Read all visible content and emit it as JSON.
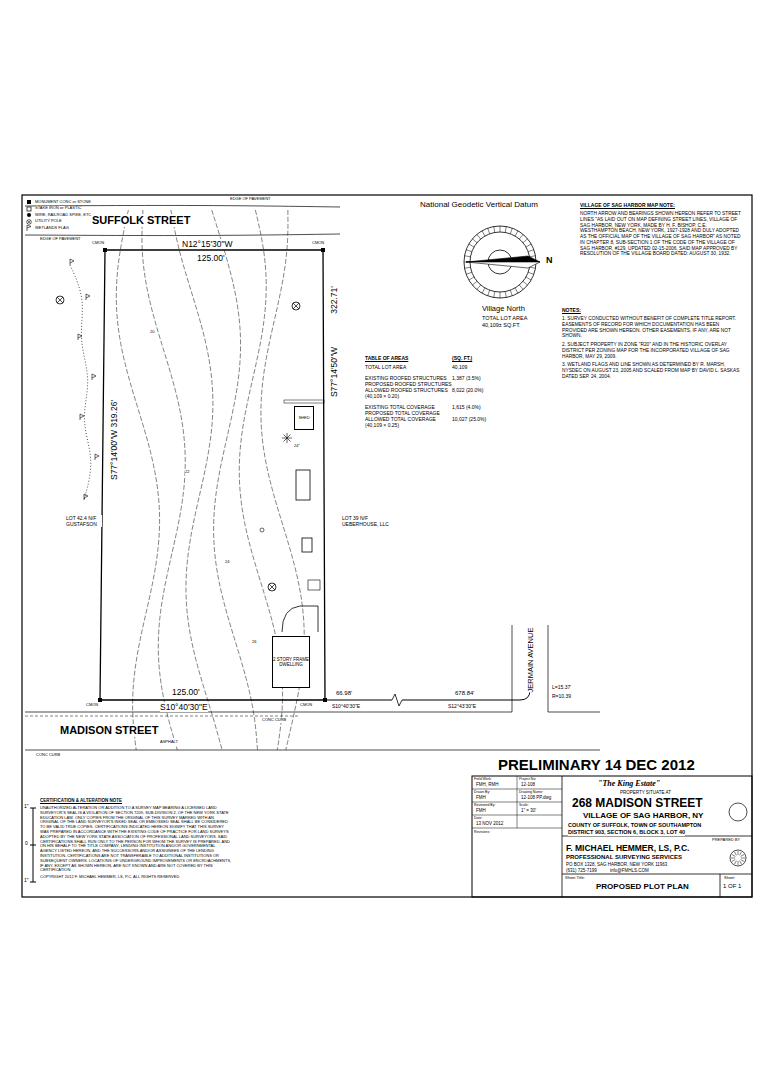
{
  "diagram": {
    "nodes": [
      {
        "text": [
          "2 STORY FRAME DWELLING"
        ]
      },
      {
        "text": [
          "SHED"
        ]
      }
    ],
    "labels": [
      "SUFFOLK STREET",
      "EDGE OF PAVEMENT",
      "EDGE OF PAVEMENT",
      "N12°15'30\"W",
      "125.00'",
      "S77°14'00\"W 319.26'",
      "S77°14'50\"W",
      "322.71'",
      "125.00'",
      "S10°40'30\"E",
      "MADISON STREET",
      "ASPHALT",
      "66.98'",
      "S10°40'30\"E",
      "678.84'",
      "S12°43'30\"E",
      "L=15.37'",
      "R=10.39",
      "JERMAIN AVENUE",
      "LOT 42.4 N/F GUSTAFSON",
      "LOT 39 N/F UEBERHOUSE, LLC",
      "CONC CURB",
      "CONC CURB",
      "National Geodetic Vertical Datum",
      "Village North",
      "TOTAL LOT AREA 40,109± SQ.FT.",
      "VILLAGE OF SAG HARBOR MAP NOTE:",
      "NORTH ARROW AND BEARINGS SHOWN HEREON REFER TO STREET LINES \"AS LAID OUT ON MAP DEFINING STREET LINES, VILLAGE OF SAG HARBOR, NEW YORK, MADE BY H. F. BISHOP, C.E. WESTHAMPTON BEACH, NEW YORK, 1927-1928 AND DULY ADOPTED AS THE OFFICIAL MAP OF THE VILLAGE OF SAG HARBOR\" AS NOTED IN CHAPTER 8, SUB-SECTION 1 OF THE CODE OF THE VILLAGE OF SAG HARBOR, #129, UPDATED 02-15-2006, SAID MAP APPROVED BY RESOLUTION OF THE VILLAGE BOARD DATED: AUGUST 30, 1932.",
      "NOTES:",
      "1. SURVEY CONDUCTED WITHOUT BENEFIT OF COMPLETE TITLE REPORT. EASEMENTS OF RECORD FOR WHICH DOCUMENTATION HAS BEEN PROVIDED ARE SHOWN HEREON. OTHER EASEMENTS, IF ANY, ARE NOT SHOWN.",
      "2. SUBJECT PROPERTY IN ZONE \"R20\" AND IN THE HISTORIC OVERLAY DISTRICT PER ZONING MAP FOR THE INCORPORATED VILLAGE OF SAG HARBOR, MAY 29, 2009.",
      "3. WETLAND FLAGS AND LINE SHOWN AS DETERMINED BY R. MARSH, NYSDEC ON AUGUST 23, 2005 AND SCALED FROM MAP BY DAVID L. SASKAS DATED SEP. 24, 2004.",
      "TABLE OF AREAS",
      "(SQ. FT.)",
      "TOTAL LOT AREA",
      "40,109",
      "EXISTING ROOFED STRUCTURES",
      "1,387 (3.5%)",
      "PROPOSED ROOFED STRUCTURES",
      "ALLOWED ROOFED STRUCTURES (40,109 × 0.20)",
      "8,022 (20.0%)",
      "EXISTING TOTAL COVERAGE",
      "1,615 (4.0%)",
      "PROPOSED TOTAL COVERAGE",
      "ALLOWED TOTAL COVERAGE (40,109 × 0.25)",
      "10,027 (25.0%)",
      "CERTIFICATION & ALTERATION NOTE",
      "UNAUTHORIZED ALTERATION OR ADDITION TO A SURVEY MAP BEARING A LICENSED LAND SURVEYOR'S SEAL IS A VIOLATION OF SECTION 7209, SUB-DIVISION 2, OF THE NEW YORK STATE EDUCATION LAW. ONLY COPIES FROM THE ORIGINAL OF THIS SURVEY MARKED WITH AN ORIGINAL OF THE LAND SURVEYOR'S INKED SEAL OR EMBOSSED SEAL SHALL BE CONSIDERED TO BE VALID TRUE COPIES. CERTIFICATIONS INDICATED HEREON SIGNIFY THAT THIS SURVEY WAS PREPARED IN ACCORDANCE WITH THE EXISTING CODE OF PRACTICE FOR LAND SURVEYS ADOPTED BY THE NEW YORK STATE ASSOCIATION OF PROFESSIONAL LAND SURVEYORS. SAID CERTIFICATIONS SHALL RUN ONLY TO THE PERSON FOR WHOM THE SURVEY IS PREPARED, AND ON HIS BEHALF TO THE TITLE COMPANY, LENDING INSTITUTION AND/OR GOVERNMENTAL AGENCY LISTED HEREON, AND THE SUCCESSORS AND/OR ASSIGNEES OF THE LENDING INSTITUTION. CERTIFICATIONS ARE NOT TRANSFERABLE TO ADDITIONAL INSTITUTIONS OR SUBSEQUENT OWNERS. LOCATIONS OF UNDERGROUND IMPROVEMENTS OR ENCROACHMENTS, IF ANY, EXCEPT AS SHOWN HEREON, ARE NOT KNOWN AND ARE NOT COVERED BY THIS CERTIFICATION.",
      "COPYRIGHT 2012 F. MICHAEL HEMMER, LS, P.C. ALL RIGHTS RESERVED",
      "1\"",
      "0",
      "1\"",
      "PRELIMINARY 14 DEC 2012",
      "\"The King Estate\"",
      "PROPERTY SITUATE AT",
      "268 MADISON STREET",
      "VILLAGE OF SAG HARBOR, NY",
      "COUNTY OF SUFFOLK, TOWN OF SOUTHAMPTON",
      "DISTRICT 903, SECTION 6, BLOCK 3, LOT 40",
      "PREPARED BY",
      "F. MICHAEL HEMMER, LS, P.C.",
      "PROFESSIONAL SURVEYING SERVICES",
      "PO BOX 1328, SAG HARBOR, NEW YORK 11963",
      "(631) 725-7199",
      "info@FMHLS.COM",
      "Sheet Title:",
      "PROPOSED PLOT PLAN",
      "Sheet",
      "1 OF 1",
      "Field Work:",
      "FMH, RMH",
      "Project No:",
      "12-108",
      "Drawn By:",
      "FMH",
      "Drawing Name:",
      "12-108 PP.dwg",
      "Reviewed By:",
      "FMH",
      "Scale:",
      "1\" = 30'",
      "Date:",
      "13 NOV 2012",
      "Revisions:",
      "CMON",
      "CMON",
      "CMON",
      "CMON",
      "24\"",
      "N",
      "20",
      "22",
      "24",
      "26"
    ],
    "legend": [
      {
        "text": "MONUMENT CONC or STONE"
      },
      {
        "text": "STAKE IRON or PLASTIC"
      },
      {
        "text": "WIRE, RAILROAD SPIKE, ETC"
      },
      {
        "text": "UTILITY POLE"
      },
      {
        "text": "WETLANDS FLAG"
      }
    ]
  }
}
